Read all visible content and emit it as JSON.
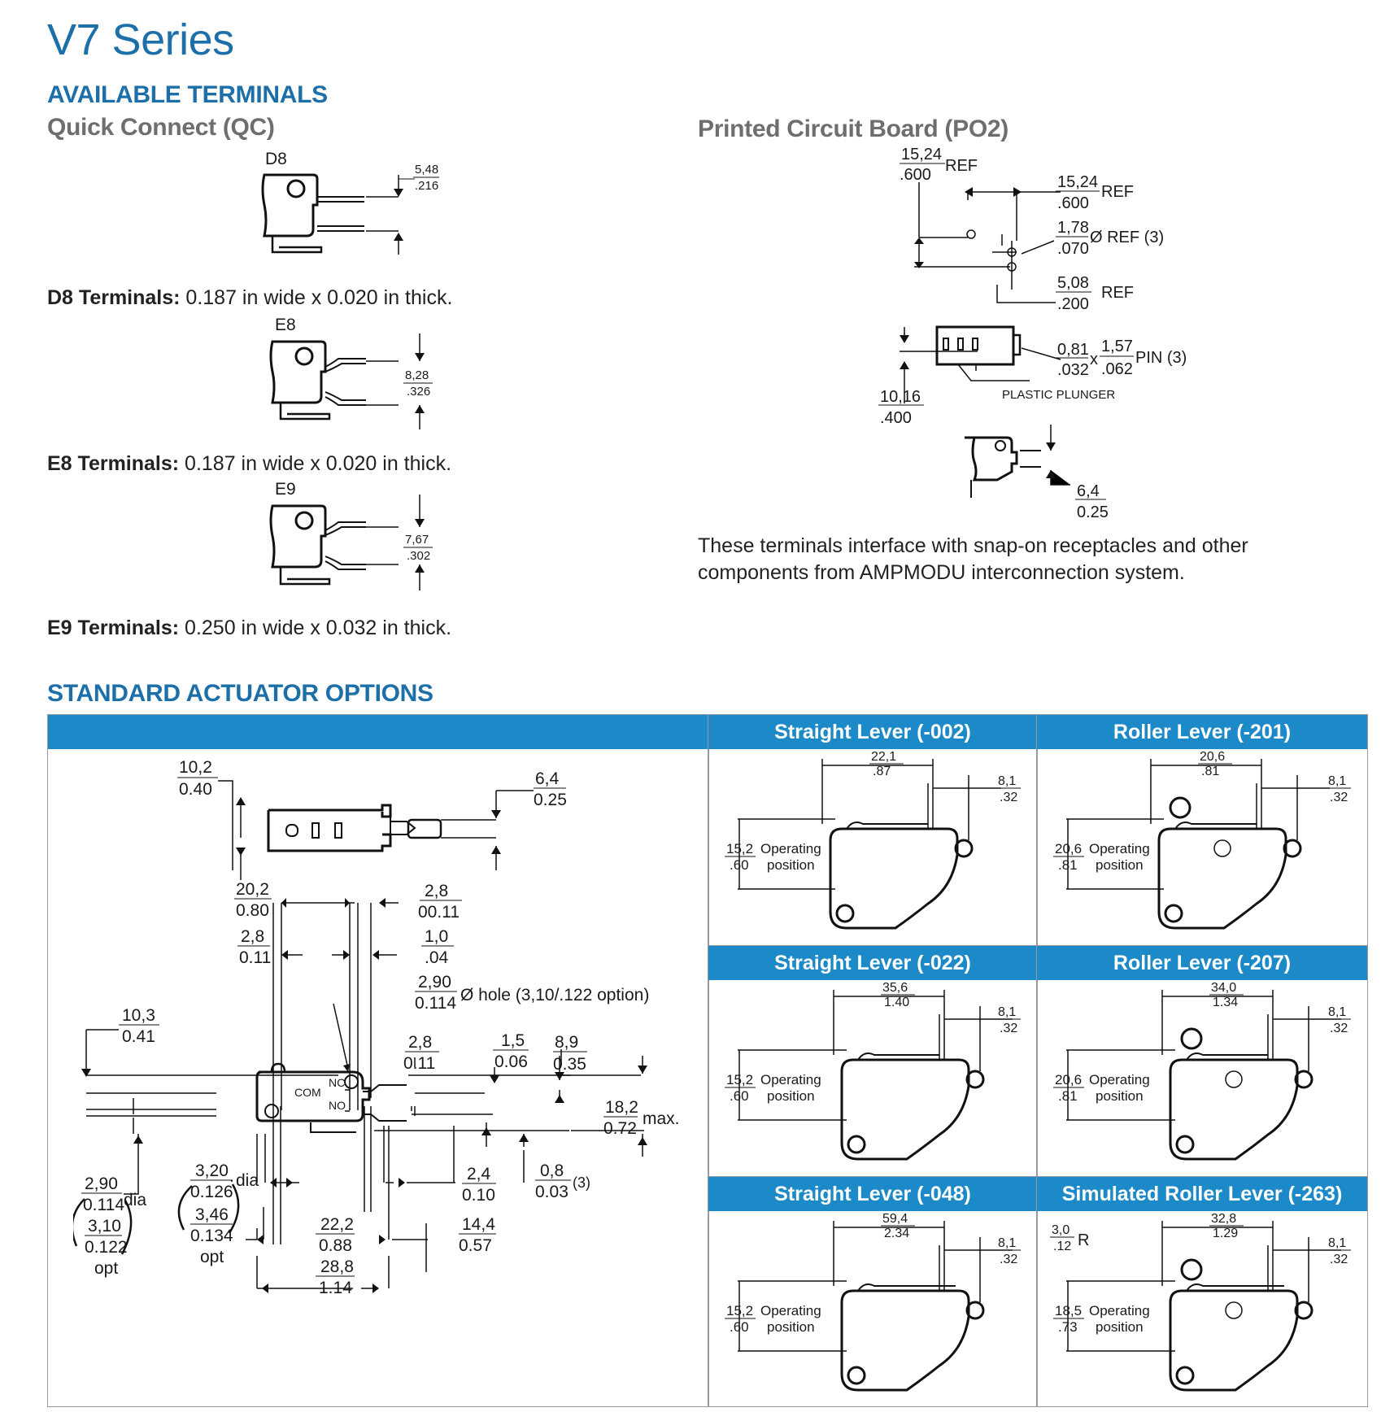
{
  "title": "V7 Series",
  "terminals": {
    "heading": "AVAILABLE TERMINALS",
    "qc_heading": "Quick Connect (QC)",
    "pcb_heading": "Printed Circuit Board (PO2)",
    "d8": {
      "label": "D8",
      "dim_top": "5,48",
      "dim_bot": ".216",
      "spec_name": "D8 Terminals:",
      "spec_text": " 0.187 in wide x 0.020 in thick."
    },
    "e8": {
      "label": "E8",
      "dim_top": "8,28",
      "dim_bot": ".326",
      "spec_name": "E8 Terminals:",
      "spec_text": " 0.187 in wide x 0.020 in thick."
    },
    "e9": {
      "label": "E9",
      "dim_top": "7,67",
      "dim_bot": ".302",
      "spec_name": "E9 Terminals:",
      "spec_text": " 0.250 in wide x 0.032 in thick."
    },
    "pcb": {
      "d1": [
        "15,24",
        ".600",
        "REF"
      ],
      "d2": [
        "15,24",
        ".600",
        "REF"
      ],
      "d3": [
        "1,78",
        ".070",
        "Ø REF (3)"
      ],
      "d4": [
        "5,08",
        ".200",
        "REF"
      ],
      "d5": [
        "0,81",
        ".032",
        "x",
        "1,57",
        ".062",
        "PIN (3)"
      ],
      "plunger": "PLASTIC PLUNGER",
      "d6": [
        "10,16",
        ".400"
      ],
      "d7": [
        "6,4",
        "0.25"
      ]
    },
    "note": "These terminals interface with snap-on receptacles and other components from AMPMODU interconnection system."
  },
  "actuators": {
    "heading": "STANDARD ACTUATOR OPTIONS",
    "main_dims": {
      "a": [
        "10,2",
        "0.40"
      ],
      "b": [
        "6,4",
        "0.25"
      ],
      "c": [
        "20,2",
        "0.80"
      ],
      "d": [
        "2,8",
        "00.11"
      ],
      "e": [
        "2,8",
        "0.11"
      ],
      "f": [
        "1,0",
        ".04"
      ],
      "g": [
        "2,90",
        "0.114",
        "Ø hole (3,10/.122 option)"
      ],
      "h": [
        "10,3",
        "0.41"
      ],
      "i": [
        "2,8",
        "0.11"
      ],
      "j": [
        "1,5",
        "0.06"
      ],
      "k": [
        "8,9",
        "0.35"
      ],
      "l": [
        "18,2",
        "0.72",
        "max."
      ],
      "nc": "NC",
      "no": "NO",
      "com": "COM",
      "m": [
        "2,90",
        "0.114",
        "dia"
      ],
      "m_opt": [
        "3,10",
        "0.122",
        "opt"
      ],
      "n": [
        "3,20",
        "0.126",
        "dia"
      ],
      "n_opt": [
        "3,46",
        "0.134",
        "opt"
      ],
      "o": [
        "2,4",
        "0.10"
      ],
      "p": [
        "0,8",
        "0.03",
        "(3)"
      ],
      "q": [
        "22,2",
        "0.88"
      ],
      "r": [
        "14,4",
        "0.57"
      ],
      "s": [
        "28,8",
        "1.14"
      ]
    },
    "panels": [
      {
        "title": "Straight Lever (-002)",
        "len": [
          "22,1",
          ".87"
        ],
        "off": [
          "8,1",
          ".32"
        ],
        "op": [
          "15,2",
          ".60"
        ],
        "op_label": "Operating",
        "op_label2": "position"
      },
      {
        "title": "Roller Lever (-201)",
        "len": [
          "20,6",
          ".81"
        ],
        "off": [
          "8,1",
          ".32"
        ],
        "op": [
          "20,6",
          ".81"
        ],
        "op_label": "Operating",
        "op_label2": "position"
      },
      {
        "title": "Straight Lever (-022)",
        "len": [
          "35,6",
          "1.40"
        ],
        "off": [
          "8,1",
          ".32"
        ],
        "op": [
          "15,2",
          ".60"
        ],
        "op_label": "Operating",
        "op_label2": "position"
      },
      {
        "title": "Roller Lever (-207)",
        "len": [
          "34,0",
          "1.34"
        ],
        "off": [
          "8,1",
          ".32"
        ],
        "op": [
          "20,6",
          ".81"
        ],
        "op_label": "Operating",
        "op_label2": "position"
      },
      {
        "title": "Straight Lever (-048)",
        "len": [
          "59,4",
          "2.34"
        ],
        "off": [
          "8,1",
          ".32"
        ],
        "op": [
          "15,2",
          ".60"
        ],
        "op_label": "Operating",
        "op_label2": "position"
      },
      {
        "title": "Simulated Roller Lever (-263)",
        "len": [
          "32,8",
          "1.29"
        ],
        "off": [
          "8,1",
          ".32"
        ],
        "op": [
          "18,5",
          ".73"
        ],
        "op_label": "Operating",
        "op_label2": "position",
        "radius": [
          "3,0",
          ".12",
          "R"
        ]
      }
    ]
  }
}
